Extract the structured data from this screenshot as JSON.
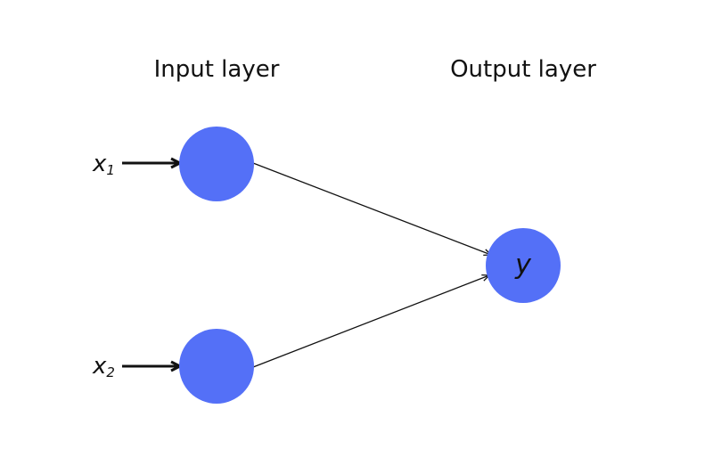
{
  "colors": {
    "node_fill": "#5470f7",
    "ink": "#111111",
    "background": "#ffffff"
  },
  "layers": {
    "input_title": "Input layer",
    "output_title": "Output layer"
  },
  "inputs": [
    {
      "symbol": "x",
      "subscript": "1"
    },
    {
      "symbol": "x",
      "subscript": "2"
    }
  ],
  "output": {
    "label": "y"
  },
  "connections": [
    {
      "from": "input-1",
      "to": "output"
    },
    {
      "from": "input-2",
      "to": "output"
    }
  ]
}
